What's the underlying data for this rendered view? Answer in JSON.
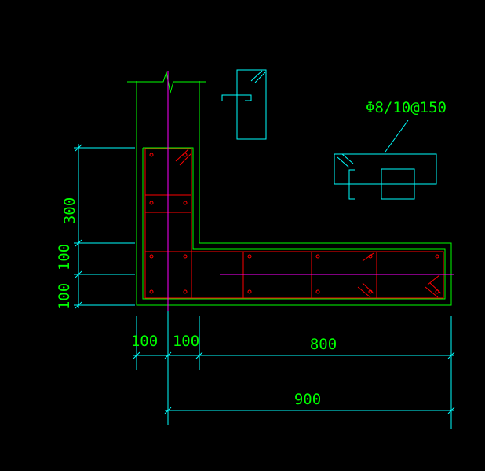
{
  "drawing": {
    "colors": {
      "background": "#000000",
      "concrete_outline": "#00ff00",
      "rebar": "#ff0000",
      "dimension": "#00ffff",
      "axis": "#ff00ff",
      "detail": "#00ffff",
      "text": "#00ff00"
    },
    "dimensions": {
      "vertical_top": "300",
      "vertical_middle": "100",
      "vertical_bottom": "100",
      "horizontal_left": "100",
      "horizontal_mid": "100",
      "horizontal_right": "800",
      "horizontal_total": "900"
    },
    "annotation": {
      "stirrup_label": "Φ8/10@150"
    }
  }
}
